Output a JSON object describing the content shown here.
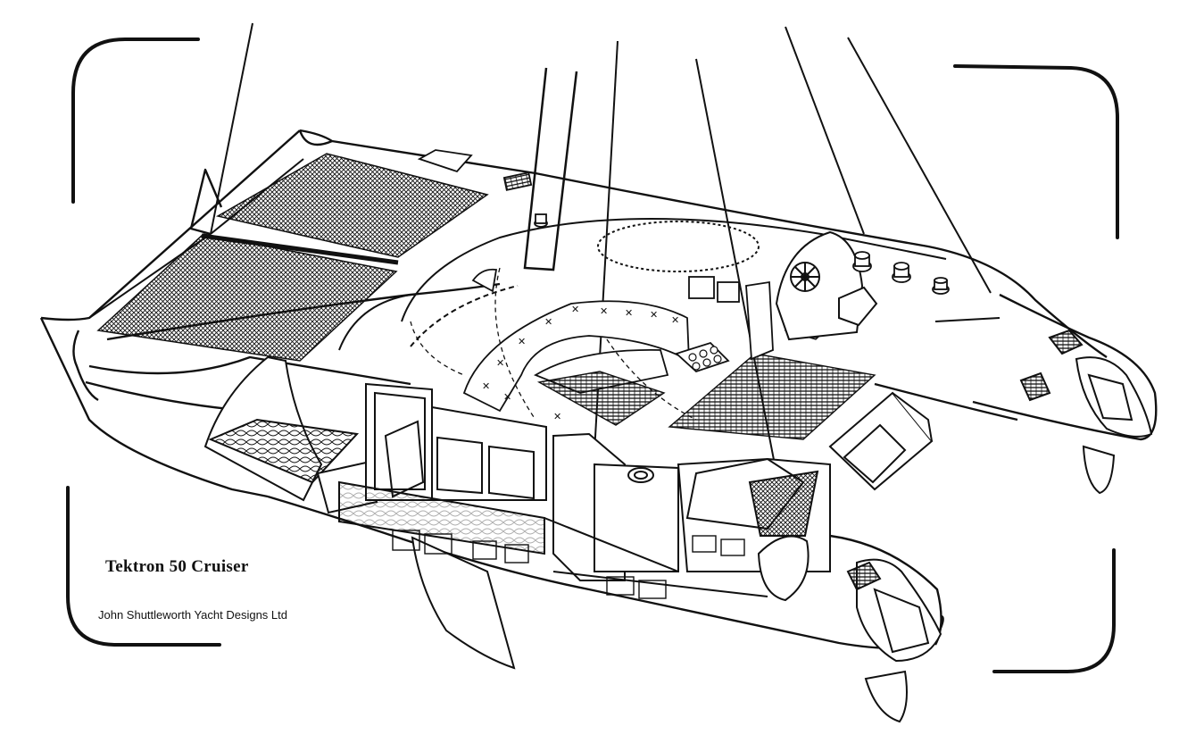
{
  "caption": {
    "title": "Tektron 50 Cruiser",
    "designer": "John Shuttleworth Yacht Designs Ltd"
  },
  "colors": {
    "background": "#ffffff",
    "ink": "#111111"
  },
  "icons": [
    "corner-bracket",
    "steering-wheel-icon",
    "winch-icon",
    "mesh-trampoline"
  ]
}
